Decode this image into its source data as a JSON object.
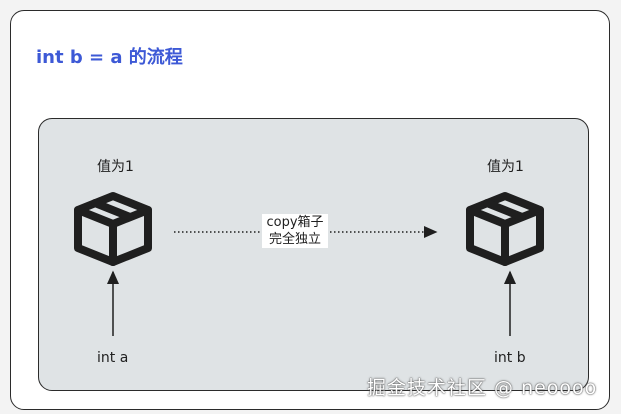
{
  "title": "int b = a 的流程",
  "left": {
    "value_label": "值为1",
    "var_label": "int a",
    "icon": "box-icon"
  },
  "right": {
    "value_label": "值为1",
    "var_label": "int b",
    "icon": "box-icon"
  },
  "copy_note": {
    "line1": "copy箱子",
    "line2": "完全独立"
  },
  "watermark": "掘金技术社区 @ neoooo",
  "colors": {
    "title": "#3d59d6",
    "panel": "#dfe3e5",
    "stroke": "#2b2b2b"
  }
}
